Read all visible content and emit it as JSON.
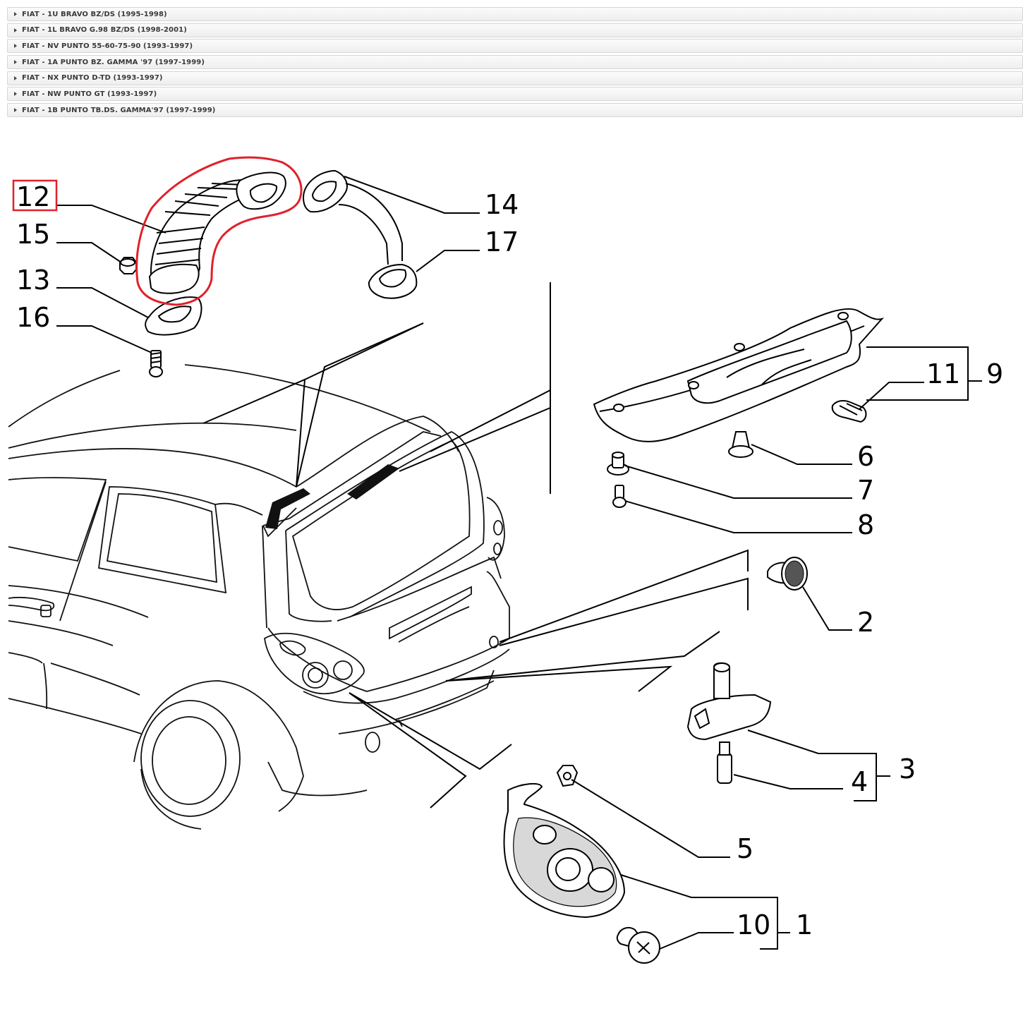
{
  "models": [
    "FIAT - 1U BRAVO BZ/DS (1995-1998)",
    "FIAT - 1L BRAVO G.98 BZ/DS (1998-2001)",
    "FIAT - NV PUNTO 55-60-75-90 (1993-1997)",
    "FIAT - 1A PUNTO BZ. GAMMA '97 (1997-1999)",
    "FIAT - NX PUNTO D-TD (1993-1997)",
    "FIAT - NW PUNTO GT (1993-1997)",
    "FIAT - 1B PUNTO TB.DS. GAMMA'97 (1997-1999)"
  ],
  "diagram": {
    "highlighted_part": "12",
    "highlight_color": "#e0212b",
    "callouts": {
      "p1": "1",
      "p2": "2",
      "p3": "3",
      "p4": "4",
      "p5": "5",
      "p6": "6",
      "p7": "7",
      "p8": "8",
      "p9": "9",
      "p10": "10",
      "p11": "11",
      "p12": "12",
      "p13": "13",
      "p14": "14",
      "p15": "15",
      "p16": "16",
      "p17": "17"
    }
  }
}
